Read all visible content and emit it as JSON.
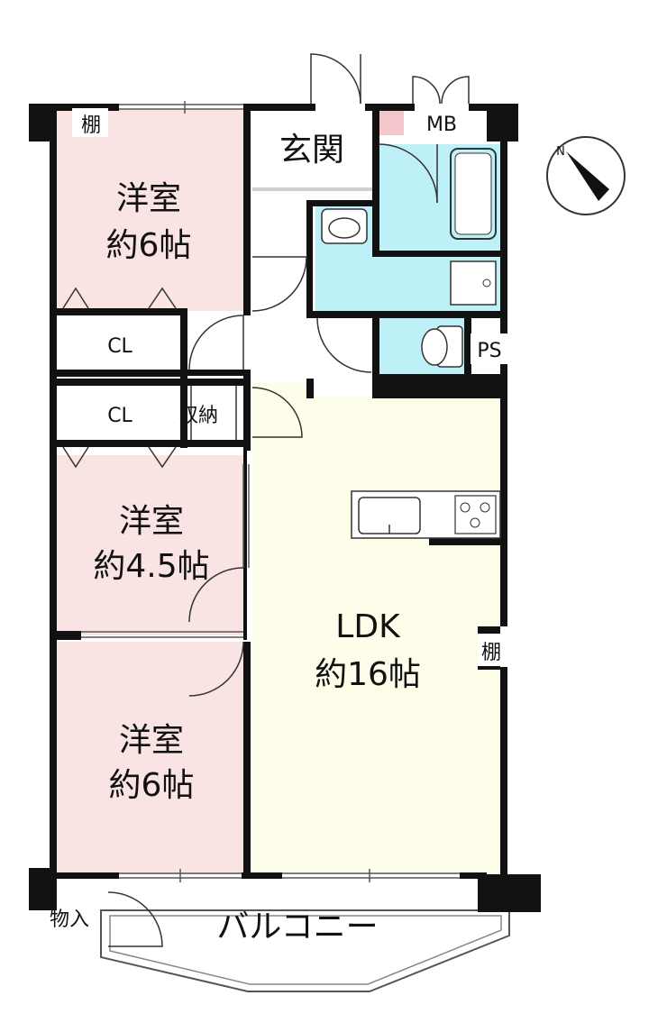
{
  "rooms": {
    "western_1": {
      "name": "洋室",
      "size": "約6帖"
    },
    "western_2": {
      "name": "洋室",
      "size": "約4.5帖"
    },
    "western_3": {
      "name": "洋室",
      "size": "約6帖"
    },
    "ldk": {
      "name": "LDK",
      "size": "約16帖"
    },
    "entrance": "玄関",
    "balcony": "バルコニー"
  },
  "labels": {
    "shelf_top": "棚",
    "shelf_ldk": "棚",
    "meter_box": "MB",
    "pipe_space": "PS",
    "closet_1": "CL",
    "closet_2": "CL",
    "storage": "収納",
    "outdoor_storage": "物入"
  },
  "compass": {
    "letter": "N"
  },
  "colors": {
    "western_room": "#f9e3e3",
    "ldk": "#fdfde9",
    "wet_area": "#bdf1f7",
    "wall": "#111111",
    "entrance_marker": "#f4c7cc"
  }
}
